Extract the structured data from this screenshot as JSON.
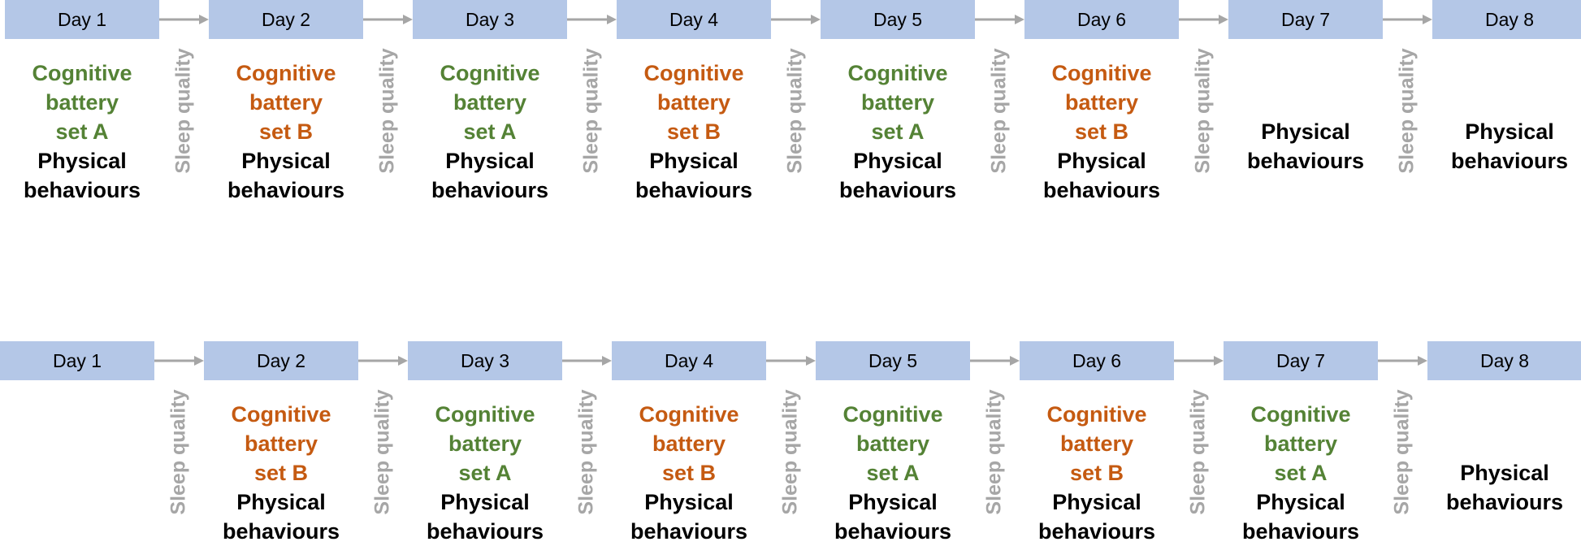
{
  "colors": {
    "day_box": "#b4c7e7",
    "arrow": "#a6a6a6",
    "sleep_quality": "#a6a6a6",
    "set_a": "#548235",
    "set_b": "#c55a11",
    "physical": "#000000"
  },
  "labels": {
    "sleep_quality": "Sleep quality",
    "physical": "Physical behaviours",
    "set_a": "Cognitive battery set A",
    "set_b": "Cognitive battery set B"
  },
  "rows": [
    {
      "days": [
        {
          "label": "Day 1",
          "cognitive": "A"
        },
        {
          "label": "Day 2",
          "cognitive": "B"
        },
        {
          "label": "Day 3",
          "cognitive": "A"
        },
        {
          "label": "Day 4",
          "cognitive": "B"
        },
        {
          "label": "Day 5",
          "cognitive": "A"
        },
        {
          "label": "Day 6",
          "cognitive": "B"
        },
        {
          "label": "Day 7",
          "cognitive": null
        },
        {
          "label": "Day 8",
          "cognitive": null
        }
      ]
    },
    {
      "days": [
        {
          "label": "Day 1",
          "cognitive": null,
          "physical": false
        },
        {
          "label": "Day 2",
          "cognitive": "B"
        },
        {
          "label": "Day 3",
          "cognitive": "A"
        },
        {
          "label": "Day 4",
          "cognitive": "B"
        },
        {
          "label": "Day 5",
          "cognitive": "A"
        },
        {
          "label": "Day 6",
          "cognitive": "B"
        },
        {
          "label": "Day 7",
          "cognitive": "A"
        },
        {
          "label": "Day 8",
          "cognitive": null
        }
      ]
    }
  ]
}
